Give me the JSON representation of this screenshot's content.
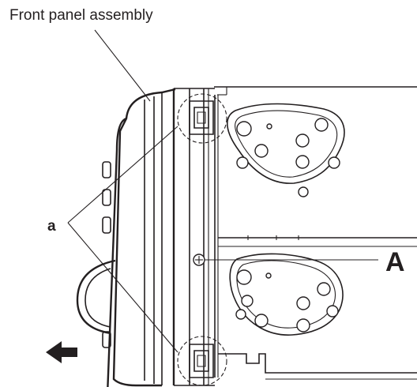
{
  "labels": {
    "assembly": "Front panel assembly",
    "callout_small": "a",
    "callout_large": "A"
  },
  "icons": {
    "direction_arrow": "arrow-left-icon",
    "screw": "screw-icon"
  },
  "colors": {
    "line": "#231f20",
    "background": "#ffffff"
  }
}
